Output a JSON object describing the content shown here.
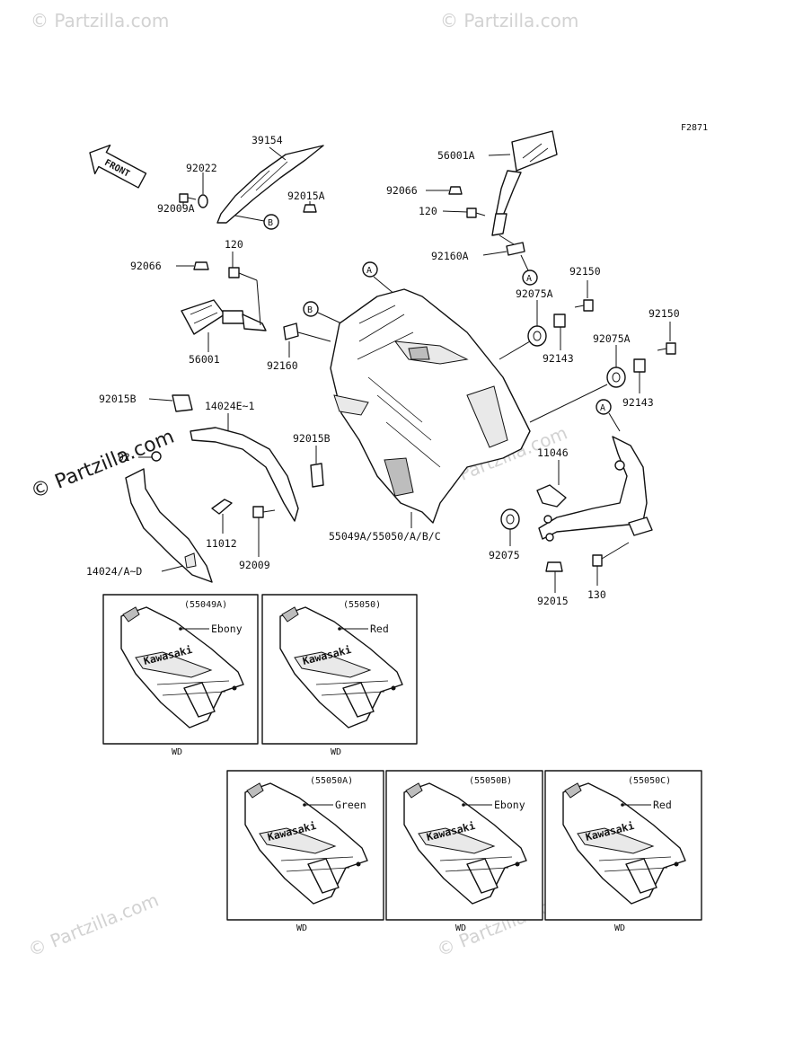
{
  "figure_code": "F2871",
  "front_label": "FRONT",
  "watermark": {
    "text": "© Partzilla.com",
    "faint_text": "© Partzilla.com"
  },
  "callouts": {
    "p39154": "39154",
    "p92022": "92022",
    "p92015A_top": "92015A",
    "p92009A": "92009A",
    "p56001A": "56001A",
    "p92066_right": "92066",
    "p120_right": "120",
    "p92160A": "92160A",
    "p120_left": "120",
    "p92066_left": "92066",
    "p56001": "56001",
    "p92160": "92160",
    "p92150_a": "92150",
    "p92075A_a": "92075A",
    "p92143_a": "92143",
    "p92150_b": "92150",
    "p92075A_b": "92075A",
    "p92143_b": "92143",
    "p92015B_left": "92015B",
    "p14024E": "14024E~1",
    "p92015B_mid": "92015B",
    "p11046": "11046",
    "p92_partial": "92",
    "p11012": "11012",
    "p92009": "92009",
    "p55049A": "55049A/55050/A/B/C",
    "p92075": "92075",
    "p14024": "14024/A~D",
    "p92015": "92015",
    "p130": "130"
  },
  "ref_letters": {
    "A": "A",
    "B": "B"
  },
  "variants": [
    {
      "code": "(55049A)",
      "color": "Ebony",
      "caption": "WD",
      "brand": "Kawasaki"
    },
    {
      "code": "(55050)",
      "color": "Red",
      "caption": "WD",
      "brand": "Kawasaki"
    },
    {
      "code": "(55050A)",
      "color": "Green",
      "caption": "WD",
      "brand": "Kawasaki"
    },
    {
      "code": "(55050B)",
      "color": "Ebony",
      "caption": "WD",
      "brand": "Kawasaki"
    },
    {
      "code": "(55050C)",
      "color": "Red",
      "caption": "WD",
      "brand": "Kawasaki"
    }
  ]
}
